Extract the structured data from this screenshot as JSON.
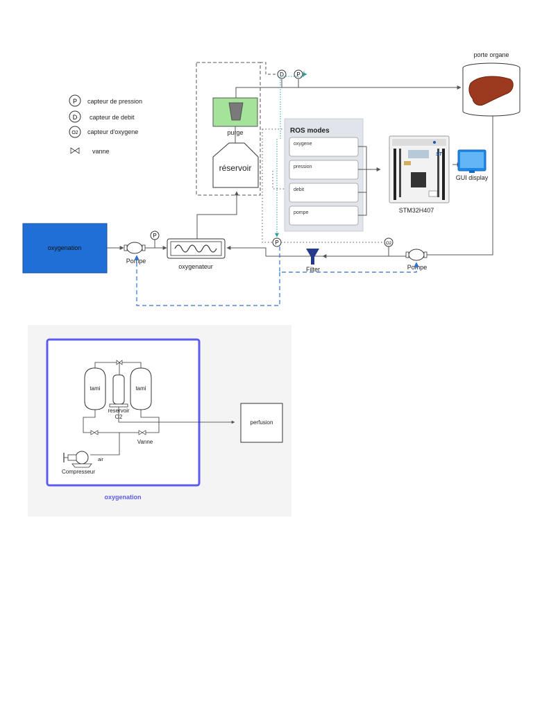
{
  "legend": {
    "pressure_symbol": "P",
    "pressure_label": "capteur de pression",
    "flow_symbol": "D",
    "flow_label": "capteur de debit",
    "oxygen_symbol": "O2",
    "oxygen_label": "capteur d'oxygene",
    "valve_label": "vanne"
  },
  "top_diagram": {
    "oxygenation_box": "oxygenation",
    "pompe_left": "Pompe",
    "oxygenateur": "oxygenateur",
    "purge": "purge",
    "reservoir": "réservoir",
    "ros_title": "ROS modes",
    "ros_modes": [
      "oxygene",
      "pression",
      "debit",
      "pompe"
    ],
    "board_label": "STM32H407",
    "gui_label": "GUI display",
    "organ_label": "porte organe",
    "filter_label": "Filter",
    "pompe_right": "Pompe",
    "sensor_p": "P",
    "sensor_d": "D",
    "sensor_o2": "O2"
  },
  "bottom_diagram": {
    "tank_label": "tami",
    "reservoir_o2_line1": "reservoir",
    "reservoir_o2_line2": "O2",
    "vanne_label": "Vanne",
    "compresseur_label": "Compresseur",
    "air_label": "air",
    "perfusion_label": "perfusion",
    "caption": "oxygenation"
  },
  "colors": {
    "oxygenation_box": "#1f6fd6",
    "highlight_border": "#5b5bf0",
    "caption": "#5b5bf0",
    "purge_fill": "#a6e39a",
    "ros_panel": "#e1e4ea",
    "dashed_blue": "#2f72c9",
    "dotted_teal": "#2aa0a0",
    "filter": "#243a8a",
    "organ": "#9c3a1f"
  }
}
